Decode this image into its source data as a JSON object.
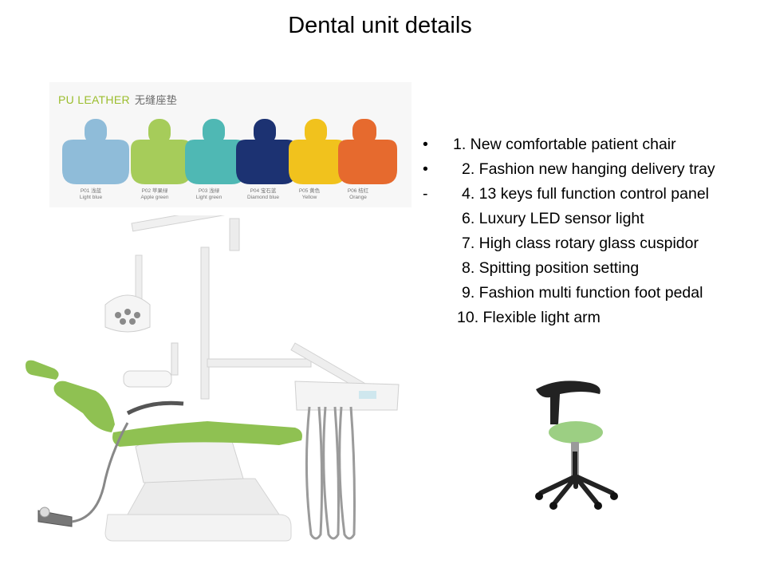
{
  "title": "Dental unit details",
  "swatches": {
    "header": "PU LEATHER",
    "header_cn": "无缝座垫",
    "items": [
      {
        "code": "P01 浅蓝",
        "name": "Light blue",
        "color": "#8fbcd9"
      },
      {
        "code": "P02 苹果绿",
        "name": "Apple green",
        "color": "#a6cc5a"
      },
      {
        "code": "P03 浅绿",
        "name": "Light green",
        "color": "#4fb8b4"
      },
      {
        "code": "P04 宝石蓝",
        "name": "Diamond blue",
        "color": "#1c3272"
      },
      {
        "code": "P05 黄色",
        "name": "Yellow",
        "color": "#f1c21d"
      },
      {
        "code": "P06 桔红",
        "name": "Orange",
        "color": "#e66a2e"
      }
    ]
  },
  "features": [
    {
      "bullet": "•",
      "text": "1. New comfortable patient chair"
    },
    {
      "bullet": "•",
      "text": "2. Fashion new hanging delivery tray"
    },
    {
      "bullet": "-",
      "text": "4. 13 keys full function control panel"
    },
    {
      "bullet": "",
      "text": "6. Luxury LED sensor light"
    },
    {
      "bullet": "",
      "text": "7. High class rotary glass cuspidor"
    },
    {
      "bullet": "",
      "text": "8. Spitting position setting"
    },
    {
      "bullet": "",
      "text": "9. Fashion multi function foot pedal"
    },
    {
      "bullet": "",
      "text": "10. Flexible light arm"
    }
  ],
  "colors": {
    "upholstery": "#8fc152",
    "frame": "#eeeeee",
    "stool_seat": "#9ccf83",
    "stool_frame": "#222222"
  }
}
